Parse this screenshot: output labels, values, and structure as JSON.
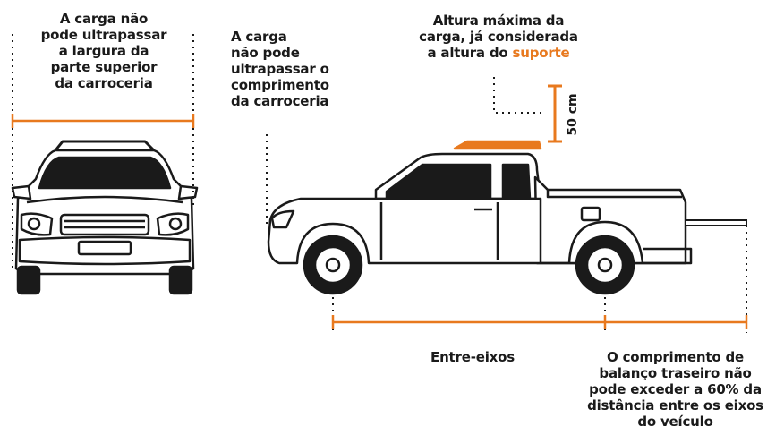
{
  "captions": {
    "width_rule": [
      "A carga não",
      "pode ultrapassar",
      "a largura da",
      "parte superior",
      "da carroceria"
    ],
    "length_rule": [
      "A carga",
      "não pode",
      "ultrapassar o",
      "comprimento",
      "da carroceria"
    ],
    "height_rule": {
      "line1": "Altura máxima da",
      "line2": "carga, já considerada",
      "line3_prefix": "a altura do ",
      "line3_highlight": "suporte"
    },
    "height_value": "50 cm",
    "wheelbase": "Entre-eixos",
    "overhang_rule": [
      "O comprimento de",
      "balanço traseiro não",
      "pode exceder a 60% da",
      "distância entre os eixos",
      "do veículo"
    ]
  },
  "colors": {
    "accent": "#e8791e",
    "ink": "#1a1a1a"
  }
}
